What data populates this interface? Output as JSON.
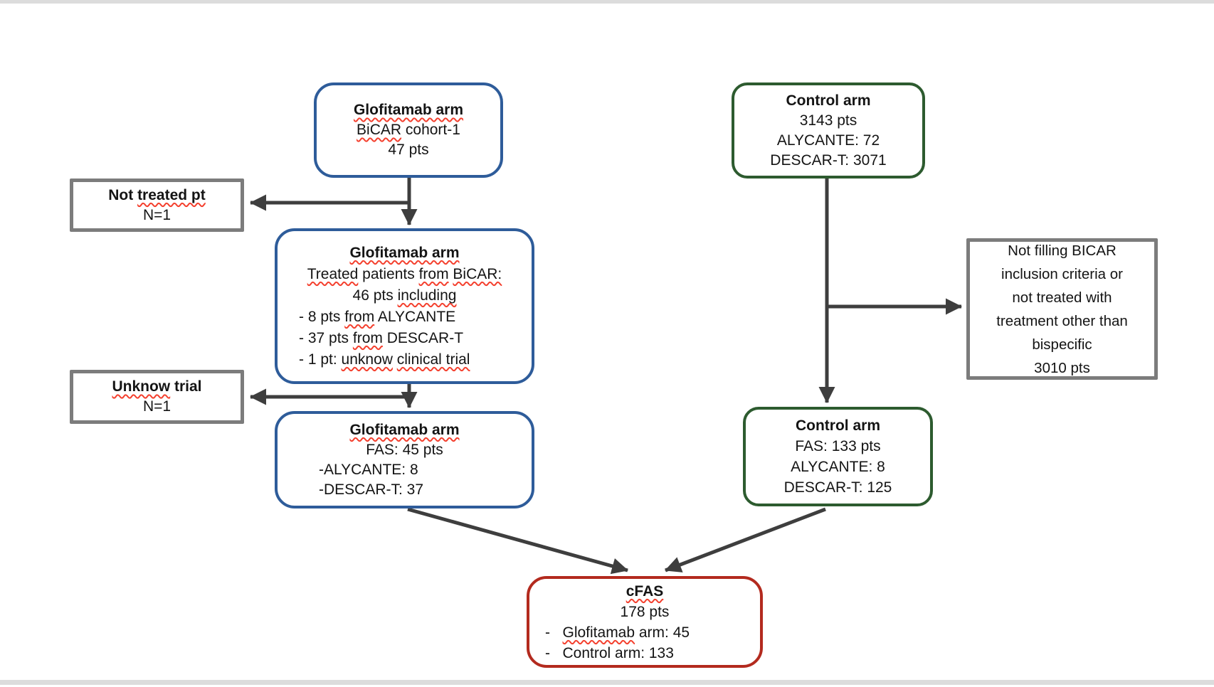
{
  "title": "Patient flow diagram",
  "colors": {
    "blue": "#2E5C9A",
    "green": "#2D5B2F",
    "red": "#B32A1E",
    "gray": "#7C7C7C",
    "arrow": "#3E3E3E",
    "squiggle": "#F4402E",
    "chrome": "#DCDCDC"
  },
  "boxes": [
    {
      "id": "glofitamab-cohort",
      "style": "blue",
      "lines": [
        {
          "bold": true,
          "segments": [
            {
              "text": "Glofitamab arm",
              "spell": true
            }
          ]
        },
        {
          "segments": [
            {
              "text": "BiCAR",
              "spell": true
            },
            {
              "text": " cohort-1"
            }
          ]
        },
        {
          "segments": [
            {
              "text": "47 pts"
            }
          ]
        }
      ]
    },
    {
      "id": "control-top",
      "style": "green",
      "lines": [
        {
          "bold": true,
          "segments": [
            {
              "text": "Control arm"
            }
          ]
        },
        {
          "segments": [
            {
              "text": "3143 pts"
            }
          ]
        },
        {
          "segments": [
            {
              "text": "ALYCANTE: 72"
            }
          ]
        },
        {
          "segments": [
            {
              "text": "DESCAR-T: 3071"
            }
          ]
        }
      ]
    },
    {
      "id": "not-treated",
      "style": "gray",
      "lines": [
        {
          "bold": true,
          "segments": [
            {
              "text": "Not "
            },
            {
              "text": "treated pt",
              "spell": true
            }
          ]
        },
        {
          "segments": [
            {
              "text": "N=1"
            }
          ]
        }
      ]
    },
    {
      "id": "glofitamab-treated",
      "style": "blue",
      "lines": [
        {
          "bold": true,
          "segments": [
            {
              "text": "Glofitamab arm",
              "spell": true
            }
          ]
        },
        {
          "segments": [
            {
              "text": "Treated",
              "spell": true
            },
            {
              "text": " patients "
            },
            {
              "text": "from",
              "spell": true
            },
            {
              "text": " "
            },
            {
              "text": "BiCAR:",
              "spell": true
            }
          ]
        },
        {
          "segments": [
            {
              "text": "46 pts "
            },
            {
              "text": "including",
              "spell": true
            }
          ]
        },
        {
          "cls": "l-bullet",
          "segments": [
            {
              "text": "- 8 pts "
            },
            {
              "text": "from",
              "spell": true
            },
            {
              "text": " ALYCANTE"
            }
          ]
        },
        {
          "cls": "l-bullet",
          "segments": [
            {
              "text": "- 37 pts "
            },
            {
              "text": "from",
              "spell": true
            },
            {
              "text": " DESCAR-T"
            }
          ]
        },
        {
          "cls": "l-bullet",
          "segments": [
            {
              "text": "- 1 pt: "
            },
            {
              "text": "unknow",
              "spell": true
            },
            {
              "text": " "
            },
            {
              "text": "clinical trial",
              "spell": true
            }
          ]
        }
      ]
    },
    {
      "id": "unknow-trial",
      "style": "gray",
      "lines": [
        {
          "bold": true,
          "segments": [
            {
              "text": "Unknow",
              "spell": true
            },
            {
              "text": " trial"
            }
          ]
        },
        {
          "segments": [
            {
              "text": "N=1"
            }
          ]
        }
      ]
    },
    {
      "id": "not-filling",
      "style": "gray",
      "lines": [
        {
          "segments": [
            {
              "text": "Not filling BICAR"
            }
          ]
        },
        {
          "segments": [
            {
              "text": "inclusion criteria or"
            }
          ]
        },
        {
          "segments": [
            {
              "text": "not treated with"
            }
          ]
        },
        {
          "segments": [
            {
              "text": "treatment other than"
            }
          ]
        },
        {
          "segments": [
            {
              "text": "bispecific"
            }
          ]
        },
        {
          "segments": [
            {
              "text": "3010 pts"
            }
          ]
        }
      ]
    },
    {
      "id": "glofitamab-fas",
      "style": "blue",
      "lines": [
        {
          "bold": true,
          "segments": [
            {
              "text": "Glofitamab arm",
              "spell": true
            }
          ]
        },
        {
          "segments": [
            {
              "text": "FAS: 45 pts"
            }
          ]
        },
        {
          "cls": "l-bullet2",
          "segments": [
            {
              "text": "-ALYCANTE: 8"
            }
          ]
        },
        {
          "cls": "l-bullet2",
          "segments": [
            {
              "text": "-DESCAR-T: 37"
            }
          ]
        }
      ]
    },
    {
      "id": "control-fas",
      "style": "green",
      "lines": [
        {
          "bold": true,
          "segments": [
            {
              "text": "Control arm"
            }
          ]
        },
        {
          "segments": [
            {
              "text": "FAS: 133 pts"
            }
          ]
        },
        {
          "segments": [
            {
              "text": "ALYCANTE: 8"
            }
          ]
        },
        {
          "segments": [
            {
              "text": "DESCAR-T: 125"
            }
          ]
        }
      ]
    },
    {
      "id": "cfas",
      "style": "red",
      "lines": [
        {
          "bold": true,
          "segments": [
            {
              "text": "cFAS",
              "spell": true
            }
          ]
        },
        {
          "segments": [
            {
              "text": "178 pts"
            }
          ]
        },
        {
          "cls": "l-bullet3",
          "segments": [
            {
              "text": "-   "
            },
            {
              "text": "Glofitamab",
              "spell": true
            },
            {
              "text": " arm: 45"
            }
          ]
        },
        {
          "cls": "l-bullet3",
          "segments": [
            {
              "text": "-   Control arm: 133"
            }
          ]
        }
      ]
    }
  ]
}
